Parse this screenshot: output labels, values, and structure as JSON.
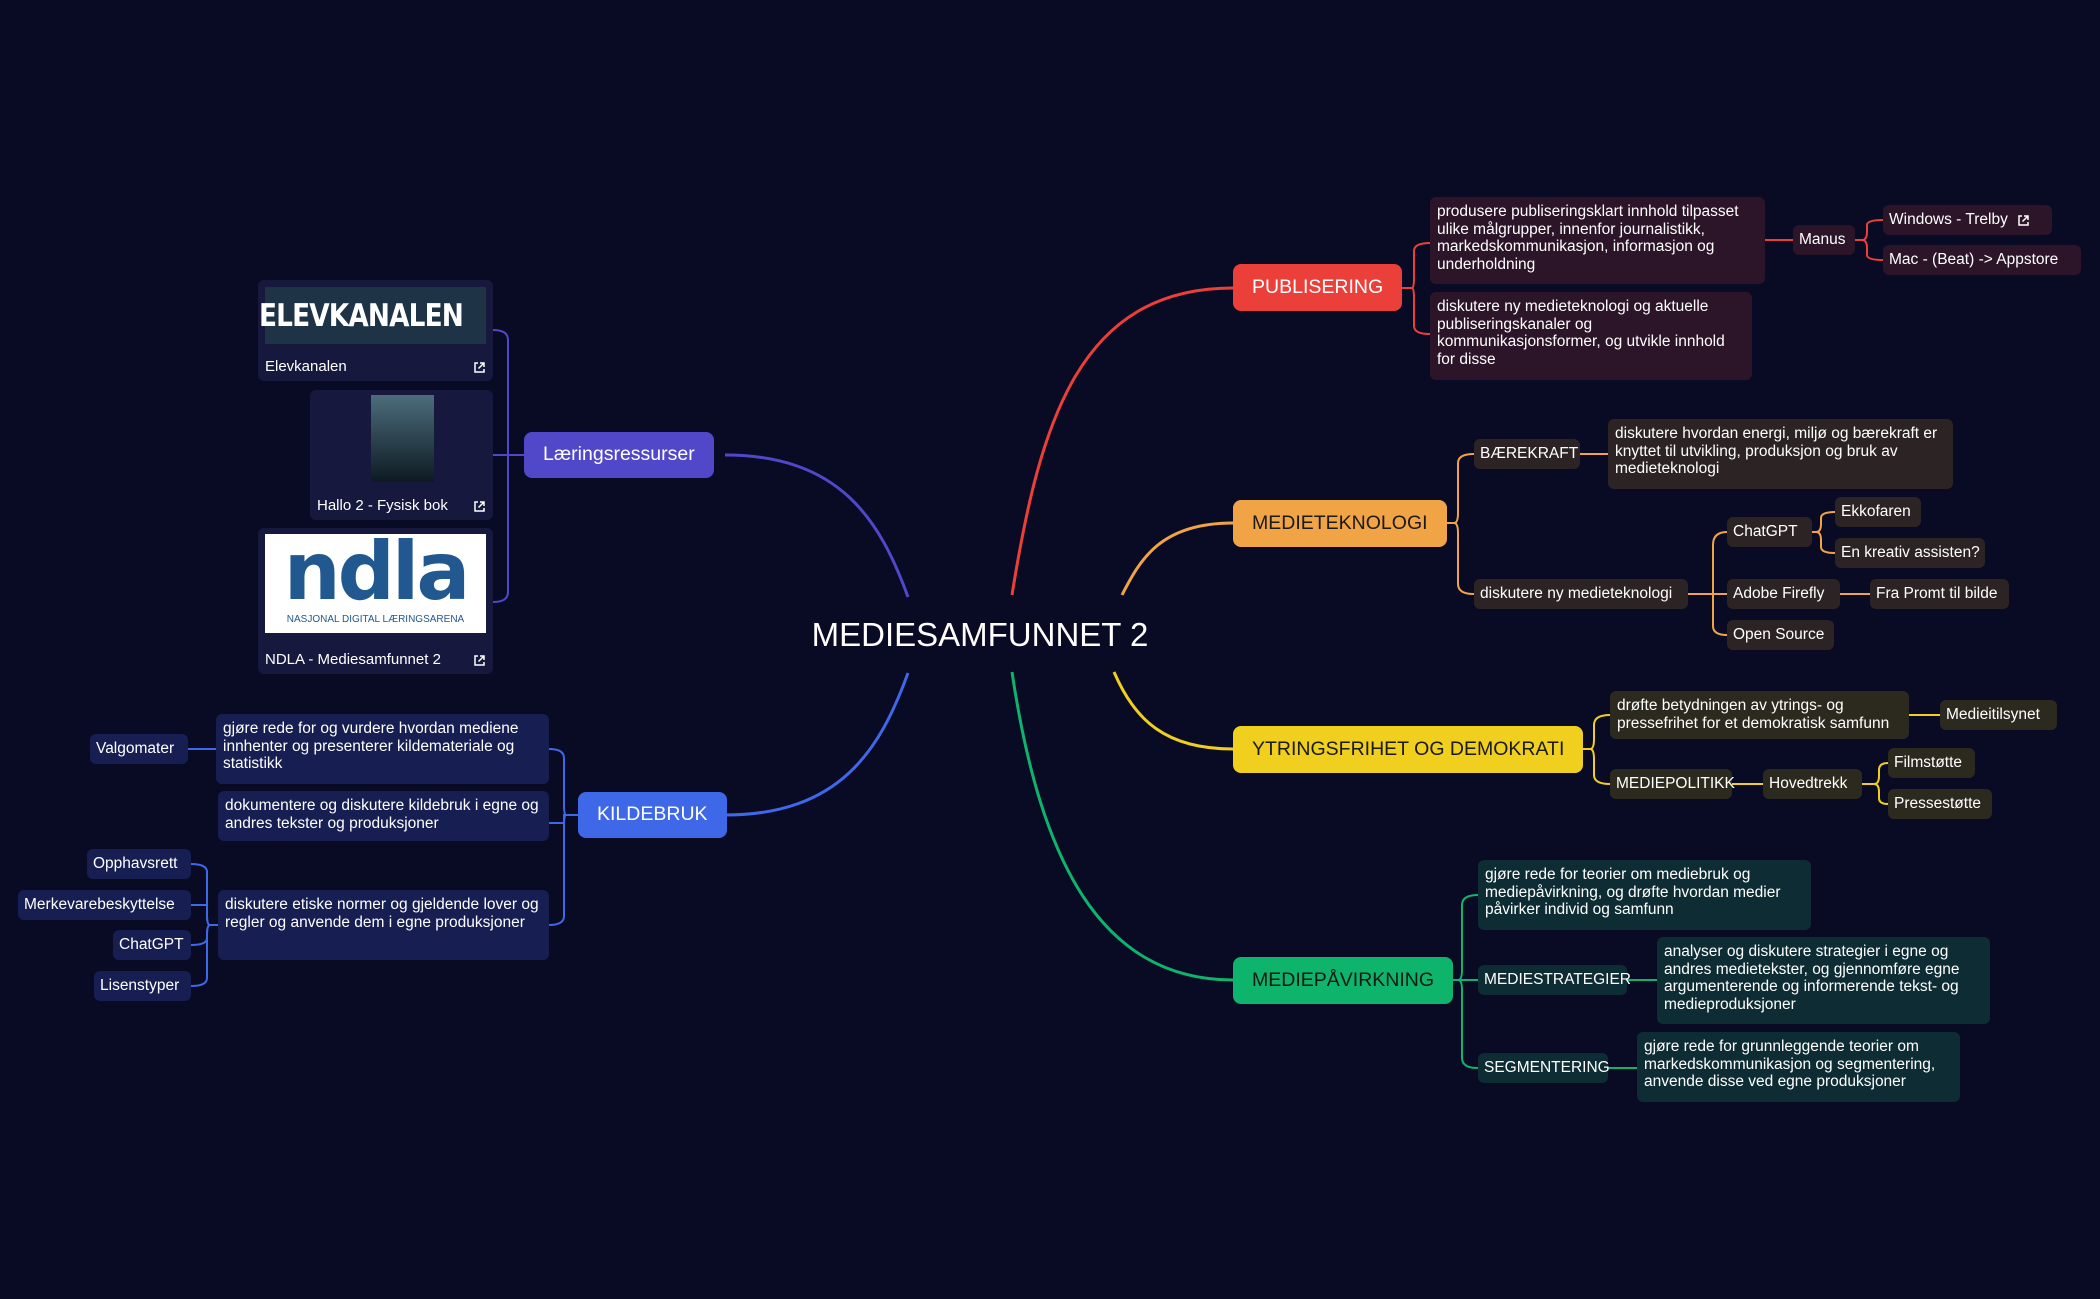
{
  "central": "MEDIESAMFUNNET 2",
  "colors": {
    "background": "#090a24",
    "publisering": "#eb3f3a",
    "medieteknologi": "#f1a445",
    "ytringsfrihet": "#f0cf1e",
    "mediepavirkning": "#0fb46c",
    "laeringsressurser": "#5047c9",
    "kildebruk": "#3f68e9"
  },
  "publisering": {
    "label": "PUBLISERING",
    "goal1": "produsere publiseringsklart innhold tilpasset ulike målgrupper, innenfor journalistikk, markedskommunikasjon, informasjon og underholdning",
    "goal2": "diskutere ny medieteknologi og aktuelle publiseringskanaler og kommunikasjonsformer, og utvikle innhold for disse",
    "manus": "Manus",
    "windows": "Windows - Trelby",
    "mac": "Mac - (Beat) -> Appstore"
  },
  "medieteknologi": {
    "label": "MEDIETEKNOLOGI",
    "baerekraft": "BÆREKRAFT",
    "baerekraft_goal": "diskutere hvordan energi, miljø og bærekraft er knyttet til utvikling, produksjon og bruk av medieteknologi",
    "ny": "diskutere ny medieteknologi",
    "chatgpt": "ChatGPT",
    "ekkofaren": "Ekkofaren",
    "kreativ": "En kreativ assisten?",
    "firefly": "Adobe Firefly",
    "promt": "Fra Promt til bilde",
    "opensource": "Open Source"
  },
  "ytringsfrihet": {
    "label": "YTRINGSFRIHET OG DEMOKRATI",
    "goal": "drøfte betydningen av ytrings- og pressefrihet for et demokratisk samfunn",
    "medietilsynet": "Medieitilsynet",
    "mediepolitikk": "MEDIEPOLITIKK",
    "hovedtrekk": "Hovedtrekk",
    "filmstotte": "Filmstøtte",
    "pressestotte": "Pressestøtte"
  },
  "mediepavirkning": {
    "label": "MEDIEPÅVIRKNING",
    "goal": "gjøre rede for teorier om mediebruk og mediepåvirkning, og drøfte hvordan medier påvirker individ og samfunn",
    "strategier": "MEDIESTRATEGIER",
    "strategier_goal": "analyser og diskutere strategier i egne og andres medietekster, og gjennomføre egne argumenterende og informerende tekst- og medieproduksjoner",
    "segmentering": "SEGMENTERING",
    "segmentering_goal": "gjøre rede for grunnleggende teorier om markedskommunikasjon og segmentering, anvende disse ved egne produksjoner"
  },
  "laeringsressurser": {
    "label": "Læringsressurser",
    "elevkanalen_logo": "ELEVKANALEN",
    "elevkanalen": "Elevkanalen",
    "hallo": "Hallo 2 - Fysisk bok",
    "ndla_logo": "ndla",
    "ndla_sub": "NASJONAL DIGITAL LÆRINGSARENA",
    "ndla": "NDLA - Mediesamfunnet 2"
  },
  "kildebruk": {
    "label": "KILDEBRUK",
    "goal1": "gjøre rede for og vurdere hvordan mediene innhenter og presenterer kildemateriale og statistikk",
    "valgomater": "Valgomater",
    "goal2": "dokumentere og diskutere kildebruk i egne og andres tekster og produksjoner",
    "goal3": "diskutere etiske normer og gjeldende lover og regler og anvende dem i egne produksjoner",
    "opphavsrett": "Opphavsrett",
    "merkevare": "Merkevarebeskyttelse",
    "chatgpt": "ChatGPT",
    "lisens": "Lisenstyper"
  }
}
